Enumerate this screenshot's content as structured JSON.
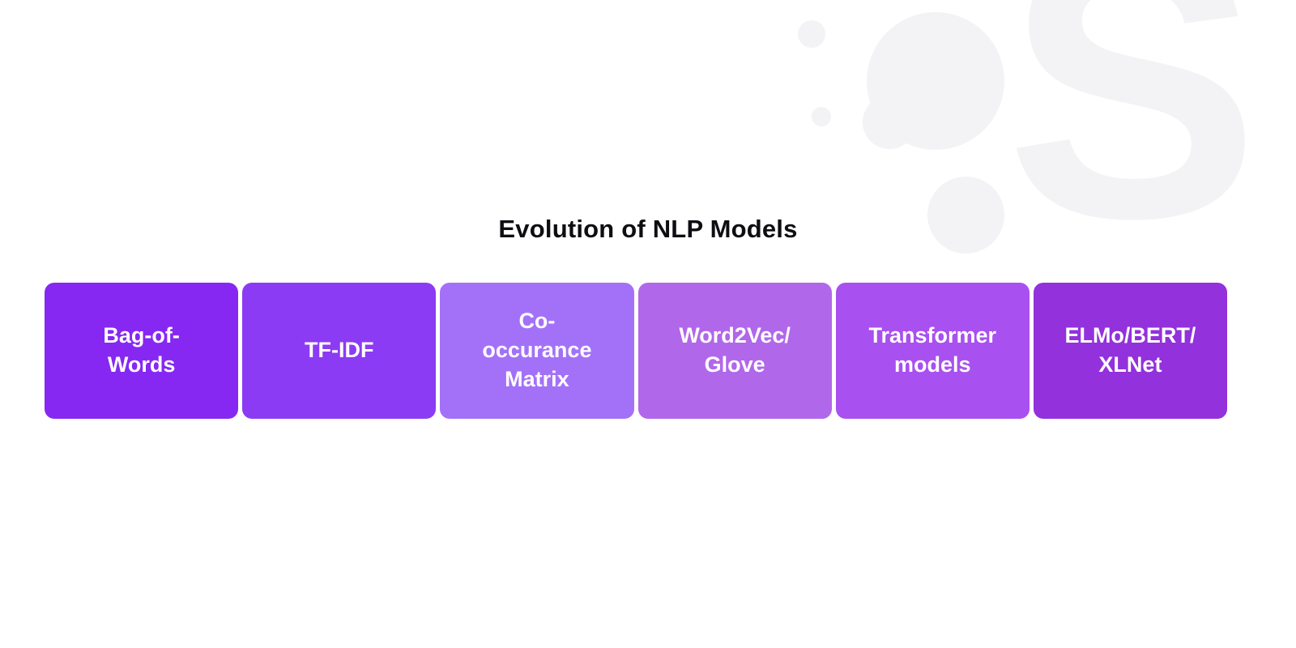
{
  "title": "Evolution of NLP Models",
  "watermark": {
    "letter": "S"
  },
  "stages": [
    {
      "label": "Bag-of-\nWords",
      "color": "#8628F2"
    },
    {
      "label": "TF-IDF",
      "color": "#8C3BF4"
    },
    {
      "label": "Co-\noccurance\nMatrix",
      "color": "#A371F8"
    },
    {
      "label": "Word2Vec/\nGlove",
      "color": "#B167EA"
    },
    {
      "label": "Transformer\nmodels",
      "color": "#A950F0"
    },
    {
      "label": "ELMo/BERT/\nXLNet",
      "color": "#9331DC"
    }
  ]
}
